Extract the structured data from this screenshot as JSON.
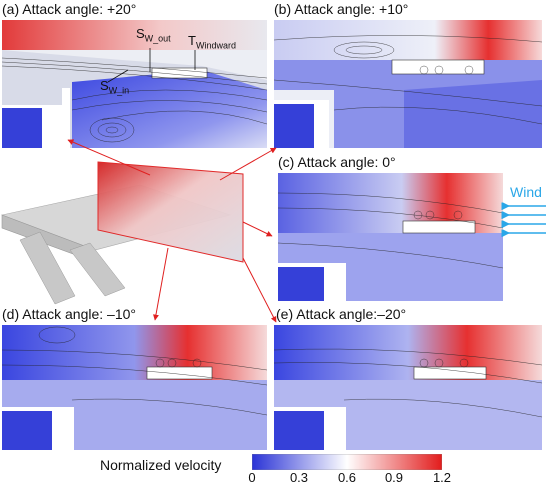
{
  "panels": [
    {
      "id": "a",
      "title": "(a) Attack angle: +20°"
    },
    {
      "id": "b",
      "title": "(b) Attack angle: +10°"
    },
    {
      "id": "c",
      "title": "(c) Attack angle: 0°"
    },
    {
      "id": "d",
      "title": "(d) Attack angle: –10°"
    },
    {
      "id": "e",
      "title": "(e) Attack angle:–20°"
    }
  ],
  "annotations": {
    "sw_out_main": "S",
    "sw_out_sub": "W_out",
    "sw_in_main": "S",
    "sw_in_sub": "W_in",
    "t_windward_main": "T",
    "t_windward_sub": "Windward"
  },
  "wind_label": "Wind",
  "colorbar": {
    "label": "Normalized velocity",
    "ticks": [
      "0",
      "0.3",
      "0.6",
      "0.9",
      "1.2"
    ],
    "colors": [
      "#2a33d6",
      "#ffffff",
      "#e21c1c"
    ]
  },
  "colors": {
    "flow_blue": "#3a46e0",
    "flow_red": "#e52020",
    "arrow_red": "#e02020",
    "wind_blue": "#2aa7e8"
  }
}
